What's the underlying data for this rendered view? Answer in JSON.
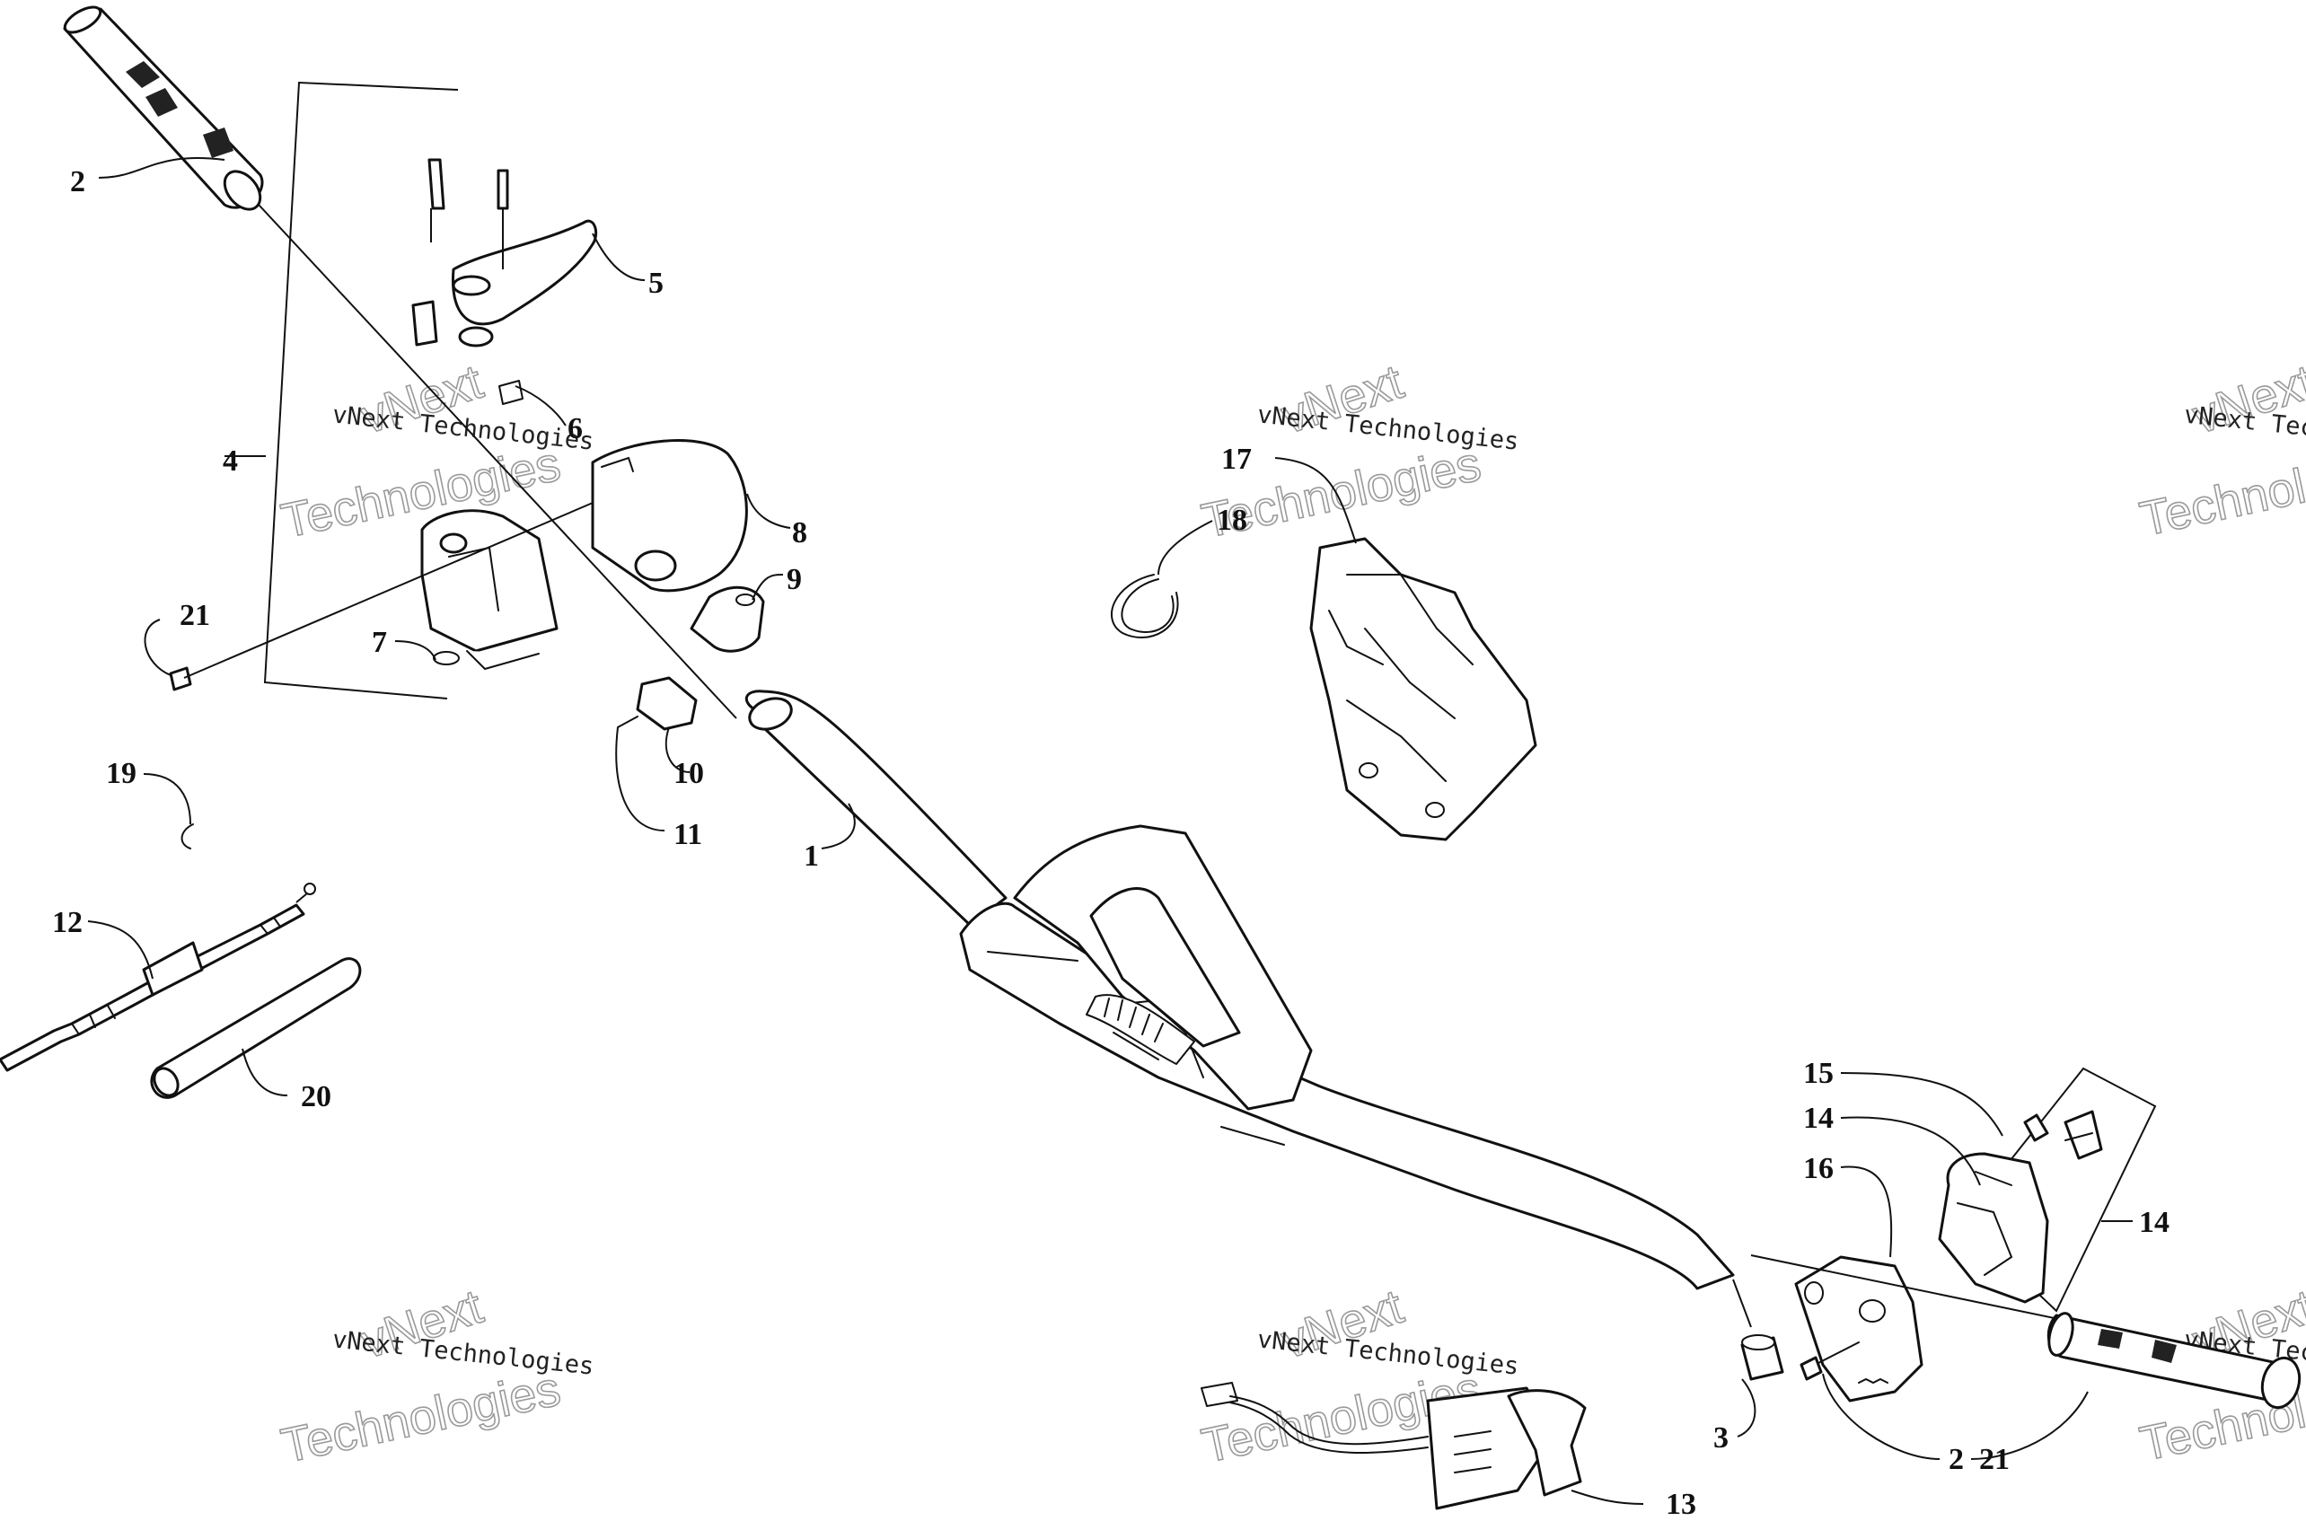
{
  "callouts": {
    "c1": "1",
    "c2a": "2",
    "c2b": "2",
    "c3": "3",
    "c4": "4",
    "c5": "5",
    "c6": "6",
    "c7": "7",
    "c8": "8",
    "c9": "9",
    "c10": "10",
    "c11": "11",
    "c12": "12",
    "c13": "13",
    "c14a": "14",
    "c14b": "14",
    "c15": "15",
    "c16": "16",
    "c17": "17",
    "c18": "18",
    "c19": "19",
    "c20": "20",
    "c21a": "21",
    "c21b": "21"
  },
  "watermark": {
    "small": "vNext Technologies",
    "big_top": "vNext",
    "big_bottom": "Technologies"
  }
}
